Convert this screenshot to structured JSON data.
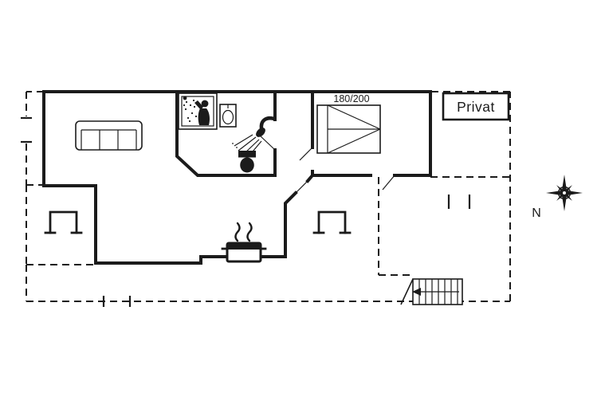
{
  "plan": {
    "background": "#ffffff",
    "ink": "#1b1b1b",
    "labels": {
      "bed_size": "180/200",
      "private_sign": "Privat",
      "compass_north": "N"
    },
    "icon_legend": [
      {
        "name": "sofa-icon",
        "shape": "three-seat sofa, top view outline"
      },
      {
        "name": "shower-cabin-icon",
        "shape": "framed pictogram of person showering with spray dots"
      },
      {
        "name": "washbasin-icon",
        "shape": "rectangle with oval basin"
      },
      {
        "name": "shower-head-icon",
        "shape": "black shower arm with spray lines"
      },
      {
        "name": "toilet-icon",
        "shape": "black toilet with cistern, top view"
      },
      {
        "name": "double-bed-icon",
        "shape": "rectangle with pillow line and folded duvet diagonals"
      },
      {
        "name": "steaming-pot-icon",
        "shape": "cooking pot with two steam squiggles"
      },
      {
        "name": "terrace-opening-icon",
        "shape": "open-bottom bracket with end ticks"
      },
      {
        "name": "stairs-icon",
        "shape": "stair treads with direction arrow"
      },
      {
        "name": "compass-rose-icon",
        "shape": "eight-pointed star with circle"
      }
    ]
  }
}
